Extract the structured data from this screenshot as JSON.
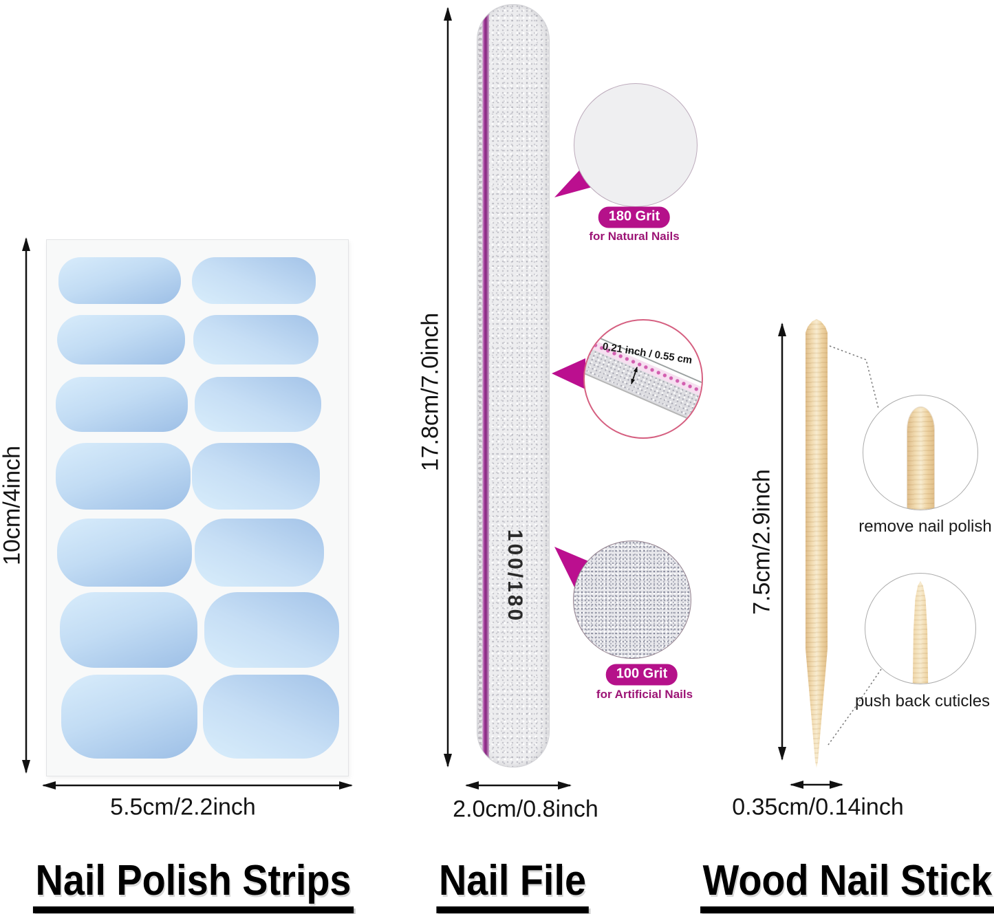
{
  "sections": [
    {
      "id": "nail-polish-strips",
      "title": "Nail Polish Strips",
      "height_label": "10cm/4inch",
      "width_label": "5.5cm/2.2inch",
      "strip_count": 14
    },
    {
      "id": "nail-file",
      "title": "Nail File",
      "height_label": "17.8cm/7.0inch",
      "width_label": "2.0cm/0.8inch",
      "imprint": "100/180",
      "grit_top": {
        "badge": "180 Grit",
        "caption": "for Natural Nails"
      },
      "thickness": {
        "label": "0.21 inch / 0.55 cm"
      },
      "grit_bottom": {
        "badge": "100 Grit",
        "caption": "for Artificial Nails"
      }
    },
    {
      "id": "wood-nail-stick",
      "title": "Wood Nail Stick",
      "height_label": "7.5cm/2.9inch",
      "width_label": "0.35cm/0.14inch",
      "tip_rounded_caption": "remove nail polish",
      "tip_pointed_caption": "push back cuticles"
    }
  ],
  "colors": {
    "accent_magenta": "#b5118a",
    "caption_magenta": "#9c1375",
    "strip_blue_light": "#d3e8fa",
    "strip_blue_dark": "#9fc0e5",
    "file_stripe_purple": "#86277f",
    "wood_light": "#f6e7c4",
    "wood_dark": "#e0be8a",
    "thickness_circle_border": "#d55f80"
  }
}
